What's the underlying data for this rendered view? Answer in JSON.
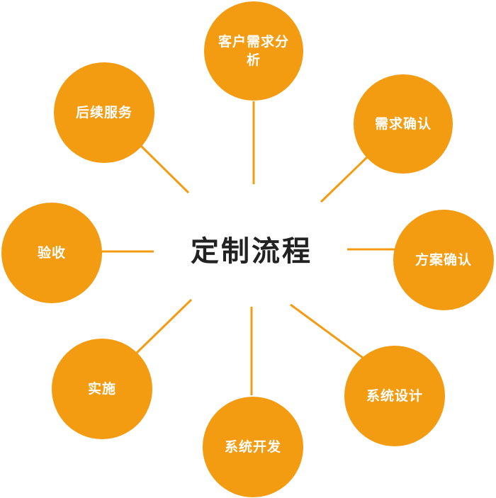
{
  "diagram": {
    "center_title": "定制流程",
    "accent_color": "#f39c12",
    "text_color": "#ffffff",
    "nodes": [
      {
        "id": "requirement-analysis",
        "label": "客户需求分析"
      },
      {
        "id": "requirement-confirmation",
        "label": "需求确认"
      },
      {
        "id": "proposal-confirmation",
        "label": "方案确认"
      },
      {
        "id": "system-design",
        "label": "系统设计"
      },
      {
        "id": "system-development",
        "label": "系统开发"
      },
      {
        "id": "implementation",
        "label": "实施"
      },
      {
        "id": "acceptance",
        "label": "验收"
      },
      {
        "id": "after-sales-service",
        "label": "后续服务"
      }
    ]
  }
}
